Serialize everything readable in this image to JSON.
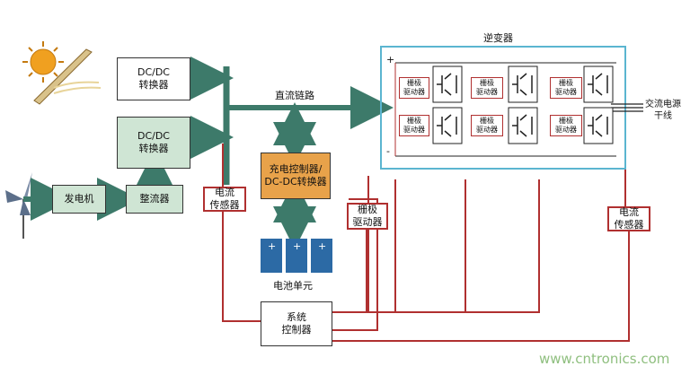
{
  "blocks": {
    "dcdc_top": "DC/DC\n转换器",
    "dcdc_mid": "DC/DC\n转换器",
    "generator": "发电机",
    "rectifier": "整流器",
    "current_sensor_left": "电流\n传感器",
    "charge_controller": "充电控制器/\nDC-DC转换器",
    "gate_driver_mid": "栅极\n驱动器",
    "current_sensor_right": "电流\n传感器",
    "system_controller": "系统\n控制器"
  },
  "labels": {
    "dc_link": "直流链路",
    "inverter": "逆变器",
    "ac_mains": "交流电源\n干线",
    "battery": "电池单元",
    "plus": "+",
    "minus": "-",
    "gate_small": "栅极\n驱动器",
    "battery_cell_sign": "+"
  },
  "watermark": "www.cntronics.com",
  "colors": {
    "arrow": "#3d7a6a",
    "red_line": "#b03030",
    "green_fill": "#cfe5d4",
    "orange_fill": "#e8a24a",
    "inverter_border": "#5bb5d0",
    "battery_blue": "#2c6aa5",
    "watermark": "#8fbf7f"
  }
}
